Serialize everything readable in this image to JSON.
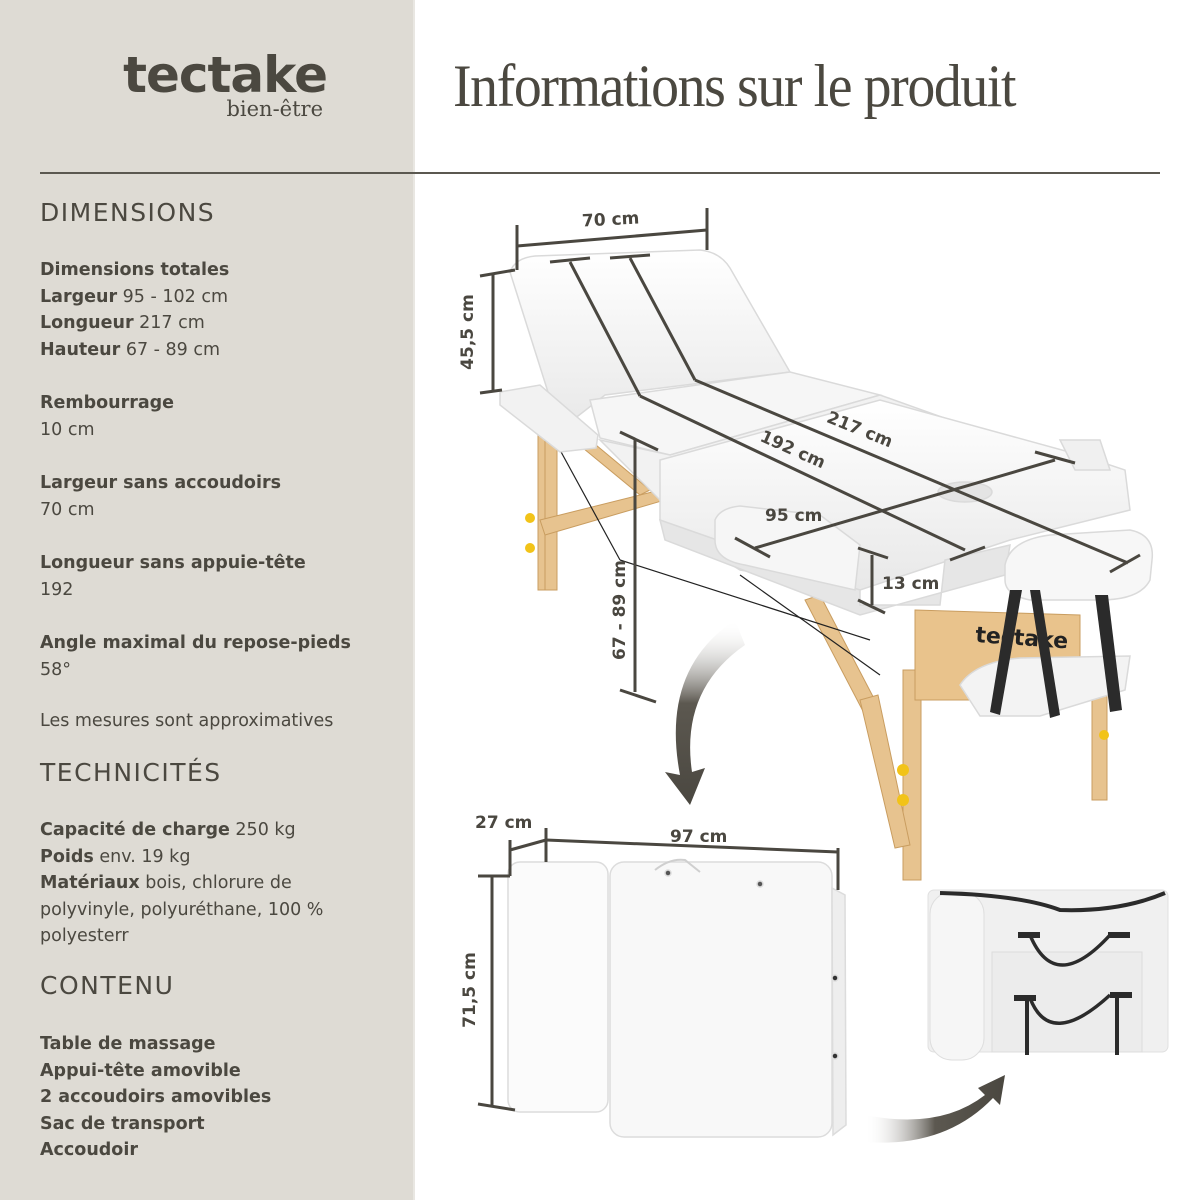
{
  "brand": {
    "name": "tectake",
    "subline": "bien-être"
  },
  "header": {
    "title": "Informations sur le produit"
  },
  "colors": {
    "panel_bg": "#dedbd4",
    "text": "#4b4840",
    "divider": "#5b5850",
    "wood": "#e7c38f",
    "upholstery": "#f4f4f4",
    "strap": "#2b2b2b",
    "knob": "#f2c318"
  },
  "dimensions": {
    "heading": "DIMENSIONS",
    "overall": {
      "label": "Dimensions totales",
      "rows": [
        {
          "label": "Largeur",
          "value": "95 - 102 cm"
        },
        {
          "label": "Longueur",
          "value": "217 cm"
        },
        {
          "label": "Hauteur",
          "value": "67 - 89 cm"
        }
      ]
    },
    "padding": {
      "label": "Rembourrage",
      "value": "10 cm"
    },
    "width_no_armrests": {
      "label": "Largeur sans accoudoirs",
      "value": "70 cm"
    },
    "length_no_headrest": {
      "label": "Longueur sans appuie-tête",
      "value": "192"
    },
    "footrest_angle": {
      "label": "Angle maximal du repose-pieds",
      "value": "58°"
    },
    "note": "Les mesures sont approximatives"
  },
  "technical": {
    "heading": "TECHNICITÉS",
    "rows": [
      {
        "label": "Capacité de charge",
        "value": "250 kg"
      },
      {
        "label": "Poids",
        "value": "env. 19 kg"
      },
      {
        "label": "Matériaux",
        "value": "bois, chlorure de"
      },
      {
        "label": "",
        "value": "polyvinyle, polyuréthane, 100 %"
      },
      {
        "label": "",
        "value": "polyesterr"
      }
    ]
  },
  "contents": {
    "heading": "CONTENU",
    "items": [
      "Table de massage",
      "Appui-tête amovible",
      "2 accoudoirs amovibles",
      "Sac de transport",
      "Accoudoir"
    ]
  },
  "product_image": {
    "table_labels": {
      "backrest_width": "70 cm",
      "backrest_height": "45,5 cm",
      "total_length": "217 cm",
      "length_no_headrest": "192 cm",
      "width_with_armrests": "95 cm",
      "padding_thickness": "13 cm",
      "table_height": "67 - 89 cm"
    },
    "folded_labels": {
      "depth": "27 cm",
      "width": "97 cm",
      "height": "71,5 cm"
    },
    "panel_logo": "tectake"
  }
}
